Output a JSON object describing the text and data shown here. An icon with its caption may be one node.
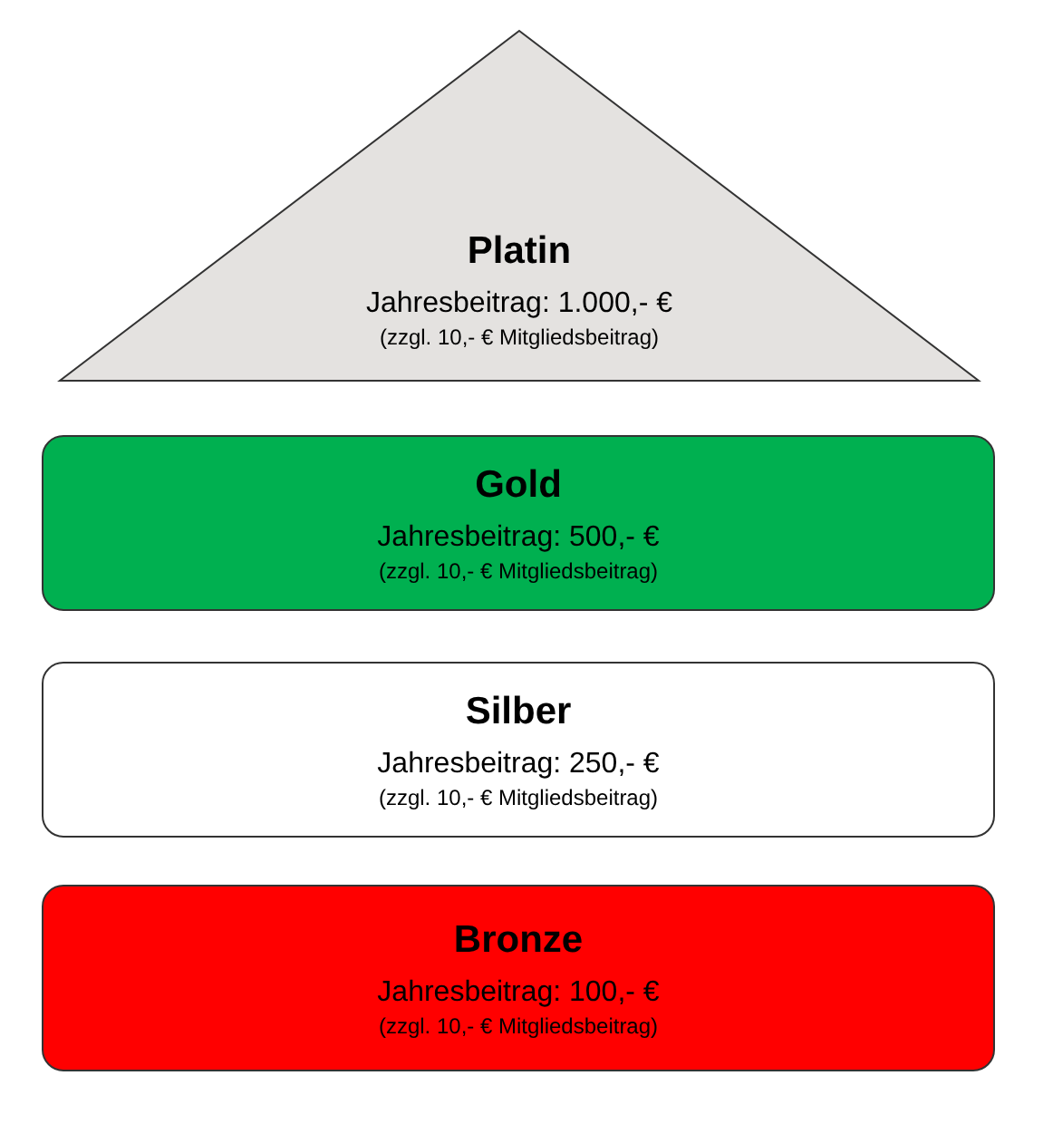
{
  "diagram": {
    "nodes": [
      {
        "text": [
          "Platin",
          "Jahresbeitrag: 1.000,- €",
          "(zzgl. 10,- € Mitgliedsbeitrag)"
        ]
      },
      {
        "text": [
          "Gold",
          "Jahresbeitrag: 500,- €",
          "(zzgl. 10,- € Mitgliedsbeitrag)"
        ]
      },
      {
        "text": [
          "Silber",
          "Jahresbeitrag: 250,- €",
          "(zzgl. 10,- € Mitgliedsbeitrag)"
        ]
      },
      {
        "text": [
          "Bronze",
          "Jahresbeitrag: 100,- €",
          "(zzgl. 10,- € Mitgliedsbeitrag)"
        ]
      }
    ]
  }
}
